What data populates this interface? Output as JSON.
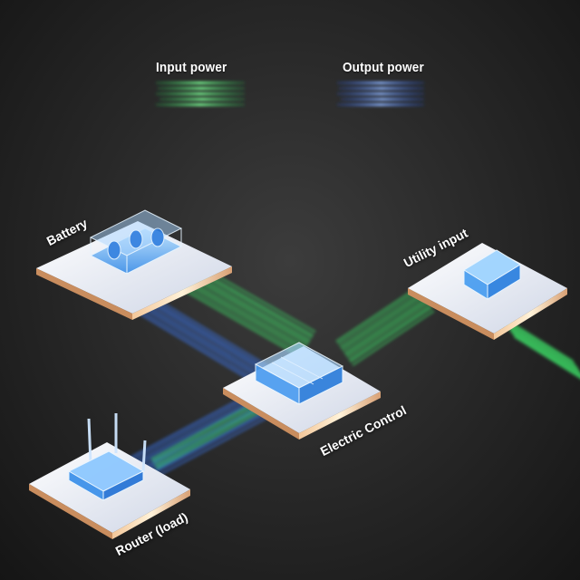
{
  "legend": {
    "input_label": "Input power",
    "output_label": "Output power",
    "input_color": "#3ee66a",
    "output_color": "#3a7cff"
  },
  "nodes": {
    "battery": {
      "label": "Battery",
      "icon": "battery-pack-icon"
    },
    "utility": {
      "label": "Utility input",
      "icon": "utility-plug-icon"
    },
    "control": {
      "label": "Electric Control",
      "icon": "control-unit-icon"
    },
    "router": {
      "label": "Router (load)",
      "icon": "router-icon"
    }
  }
}
